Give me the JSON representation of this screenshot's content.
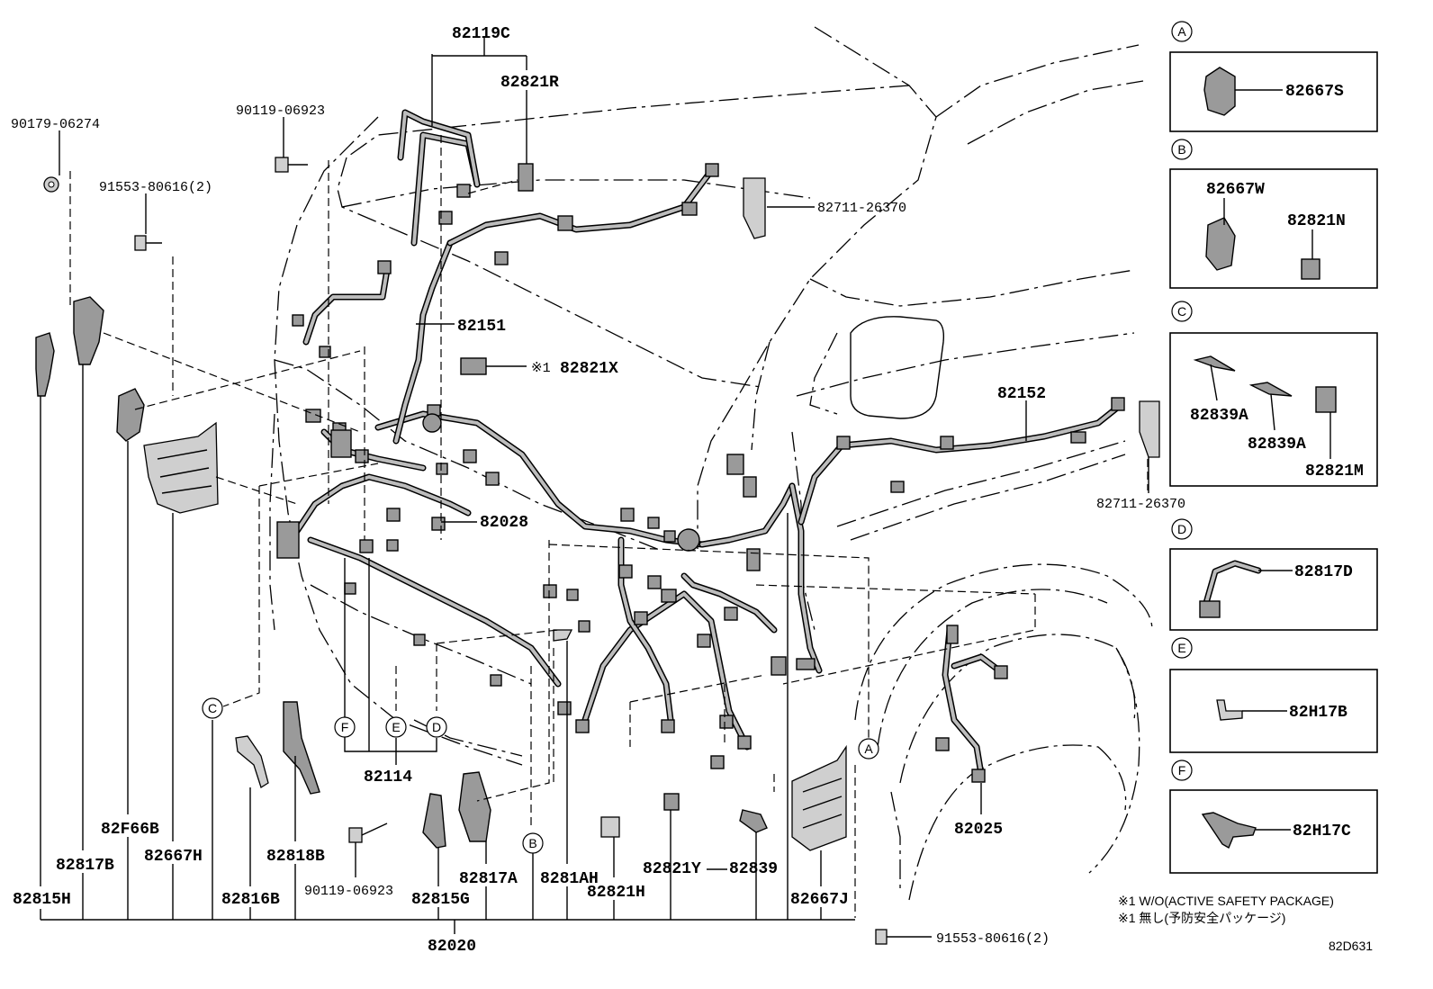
{
  "diagram_code": "82D631",
  "notes": [
    "※1 W/O(ACTIVE SAFETY PACKAGE)",
    "※1 無し(予防安全パッケージ)"
  ],
  "labels": {
    "p82119C": "82119C",
    "p82821R": "82821R",
    "p90179_06274": "90179-06274",
    "p90119_06923_top": "90119-06923",
    "p91553_80616_left": "91553-80616(2)",
    "p82711_26370_top": "82711-26370",
    "p82151": "82151",
    "p82821X_mark": "※1",
    "p82821X": "82821X",
    "p82152": "82152",
    "p82711_26370_right": "82711-26370",
    "p82028": "82028",
    "p82114": "82114",
    "p82025": "82025",
    "p82F66B": "82F66B",
    "p82817B": "82817B",
    "p82667H": "82667H",
    "p82818B": "82818B",
    "p82815H": "82815H",
    "p82816B": "82816B",
    "p90119_06923_bottom": "90119-06923",
    "p82815G": "82815G",
    "p82817A": "82817A",
    "p8281AH": "8281AH",
    "p82821Y": "82821Y",
    "p82839": "82839",
    "p82821H": "82821H",
    "p82667J": "82667J",
    "p82020": "82020",
    "p91553_80616_bottom": "91553-80616(2)"
  },
  "callouts": {
    "A": "A",
    "B": "B",
    "C": "C",
    "D": "D",
    "E": "E",
    "F": "F"
  },
  "detail_boxes": {
    "A": {
      "letter": "A",
      "parts": [
        "82667S"
      ]
    },
    "B": {
      "letter": "B",
      "parts": [
        "82667W",
        "82821N"
      ]
    },
    "C": {
      "letter": "C",
      "parts": [
        "82839A",
        "82839A",
        "82821M"
      ]
    },
    "D": {
      "letter": "D",
      "parts": [
        "82817D"
      ]
    },
    "E": {
      "letter": "E",
      "parts": [
        "82H17B"
      ]
    },
    "F": {
      "letter": "F",
      "parts": [
        "82H17C"
      ]
    }
  }
}
